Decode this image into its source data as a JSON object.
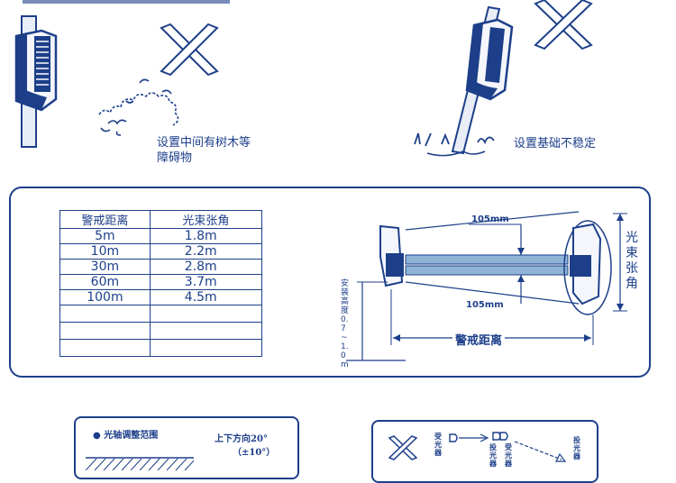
{
  "scene_left": {
    "caption_line1": "设置中间有树木等",
    "caption_line2": "障碍物"
  },
  "scene_right": {
    "caption": "设置基础不稳定"
  },
  "table": {
    "headers": [
      "警戒距离",
      "光束张角"
    ],
    "rows": [
      [
        "5m",
        "1.8m"
      ],
      [
        "10m",
        "2.2m"
      ],
      [
        "30m",
        "2.8m"
      ],
      [
        "60m",
        "3.7m"
      ],
      [
        "100m",
        "4.5m"
      ],
      [
        "",
        ""
      ],
      [
        "",
        ""
      ],
      [
        "",
        ""
      ]
    ]
  },
  "diagram": {
    "top_dim": "105mm",
    "bottom_dim": "105mm",
    "beam_angle_label": "光束张角",
    "install_height": "安装高度0.7~1.0m",
    "guard_distance": "警戒距离"
  },
  "bottom_left": {
    "title": "光轴调整范围",
    "vertical": "上下方向20°",
    "tolerance": "（±10°）"
  },
  "bottom_right": {
    "receiver": "受光器",
    "receiver2": "受光器",
    "emitter1": "投光器",
    "emitter2": "投光器"
  },
  "colors": {
    "ink": "#1d3f8a",
    "beam": "#8fb4d8"
  }
}
